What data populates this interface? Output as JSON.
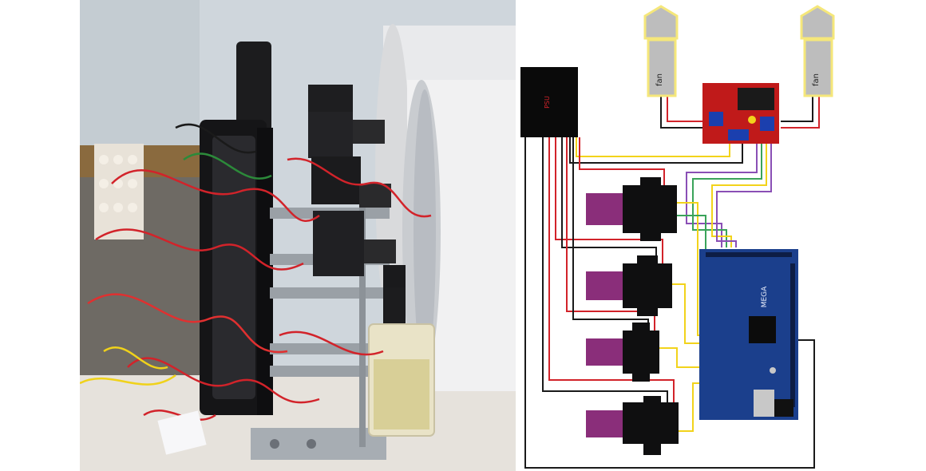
{
  "diagram": {
    "psu_label": "PSU",
    "fan_left_label": "fan",
    "fan_right_label": "fan",
    "board_label": "MEGA"
  },
  "colors": {
    "wire_red": "#d2232a",
    "wire_black": "#1a1a1a",
    "wire_yellow": "#f2d31b",
    "wire_green": "#3aa35a",
    "wire_purple": "#8a4fb5",
    "fan_outline": "#f5e77a",
    "board_blue": "#1b3f8c",
    "driver_red": "#c01a1a",
    "servo_purple": "#8a2e7a"
  }
}
